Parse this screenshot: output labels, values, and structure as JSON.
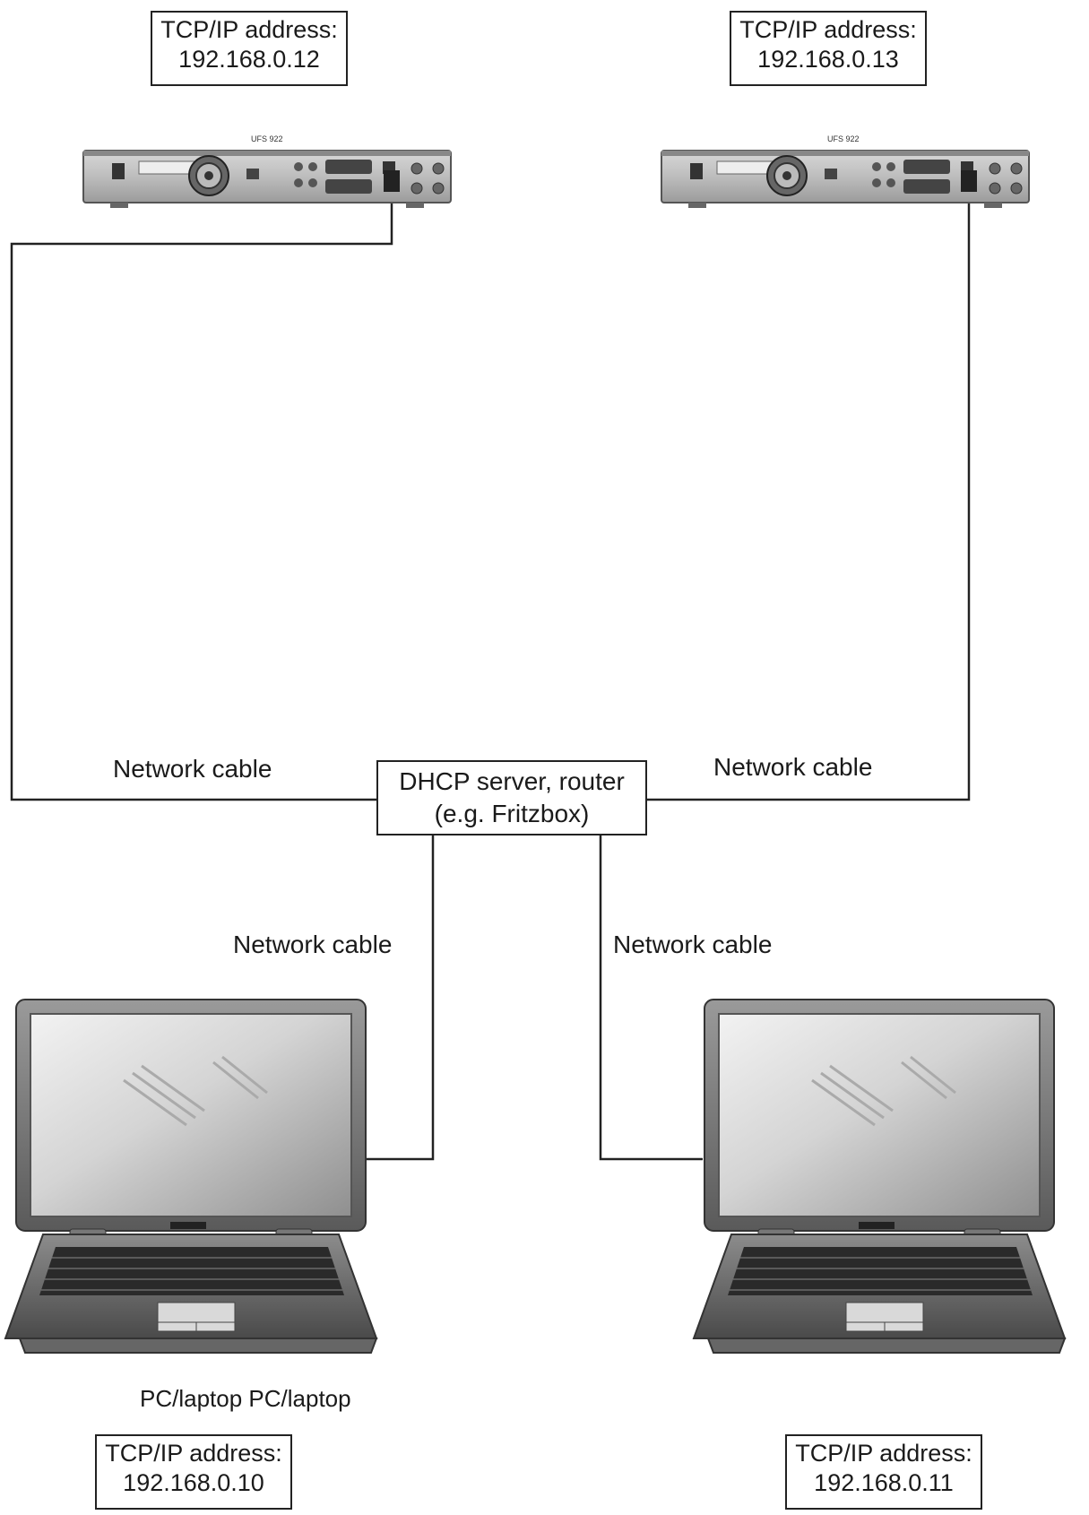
{
  "devices": {
    "receiver_left": {
      "model": "UFS 922",
      "heading": "TCP/IP address:",
      "address": "192.168.0.12"
    },
    "receiver_right": {
      "model": "UFS 922",
      "heading": "TCP/IP address:",
      "address": "192.168.0.13"
    },
    "laptop_left": {
      "heading": "TCP/IP address:",
      "address": "192.168.0.10"
    },
    "laptop_right": {
      "heading": "TCP/IP address:",
      "address": "192.168.0.11"
    }
  },
  "router": {
    "line1": "DHCP server, router",
    "line2": "(e.g. Fritzbox)"
  },
  "cables": {
    "top_left": "Network cable",
    "top_right": "Network cable",
    "bottom_left": "Network cable",
    "bottom_right": "Network cable"
  },
  "laptop_caption": "PC/laptop PC/laptop"
}
